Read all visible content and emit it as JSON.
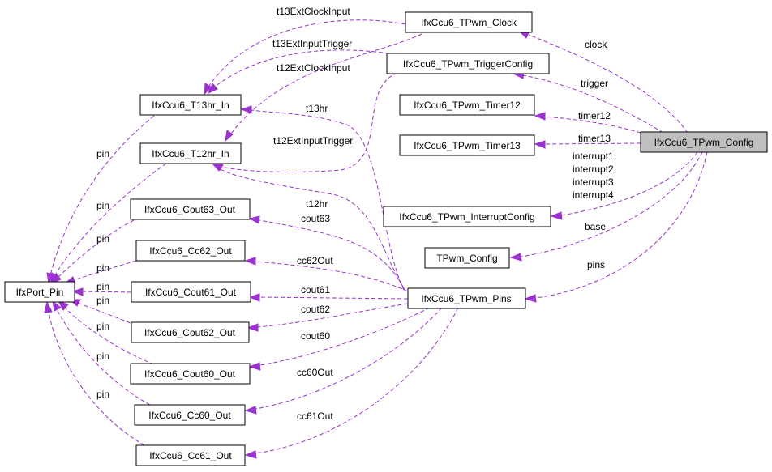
{
  "nodes": {
    "tpwm_config": "IfxCcu6_TPwm_Config",
    "clock": "IfxCcu6_TPwm_Clock",
    "trigger_config": "IfxCcu6_TPwm_TriggerConfig",
    "timer12": "IfxCcu6_TPwm_Timer12",
    "timer13": "IfxCcu6_TPwm_Timer13",
    "interrupt_config": "IfxCcu6_TPwm_InterruptConfig",
    "base_config": "TPwm_Config",
    "pins": "IfxCcu6_TPwm_Pins",
    "t13hr_in": "IfxCcu6_T13hr_In",
    "t12hr_in": "IfxCcu6_T12hr_In",
    "cout63_out": "IfxCcu6_Cout63_Out",
    "cc62_out": "IfxCcu6_Cc62_Out",
    "cout61_out": "IfxCcu6_Cout61_Out",
    "cout62_out": "IfxCcu6_Cout62_Out",
    "cout60_out": "IfxCcu6_Cout60_Out",
    "cc60_out": "IfxCcu6_Cc60_Out",
    "cc61_out": "IfxCcu6_Cc61_Out",
    "port_pin": "IfxPort_Pin"
  },
  "edge_labels": {
    "clock": "clock",
    "trigger": "trigger",
    "timer12": "timer12",
    "timer13": "timer13",
    "interrupt1": "interrupt1",
    "interrupt2": "interrupt2",
    "interrupt3": "interrupt3",
    "interrupt4": "interrupt4",
    "base": "base",
    "pins": "pins",
    "t13ExtClockInput": "t13ExtClockInput",
    "t13ExtInputTrigger": "t13ExtInputTrigger",
    "t12ExtClockInput": "t12ExtClockInput",
    "t12ExtInputTrigger": "t12ExtInputTrigger",
    "t13hr": "t13hr",
    "t12hr": "t12hr",
    "cout63": "cout63",
    "cc62Out": "cc62Out",
    "cout61": "cout61",
    "cout62": "cout62",
    "cout60": "cout60",
    "cc60Out": "cc60Out",
    "cc61Out": "cc61Out",
    "pin": "pin"
  },
  "colors": {
    "edge": "#9a32cd",
    "focus_fill": "#bfbfbf"
  }
}
